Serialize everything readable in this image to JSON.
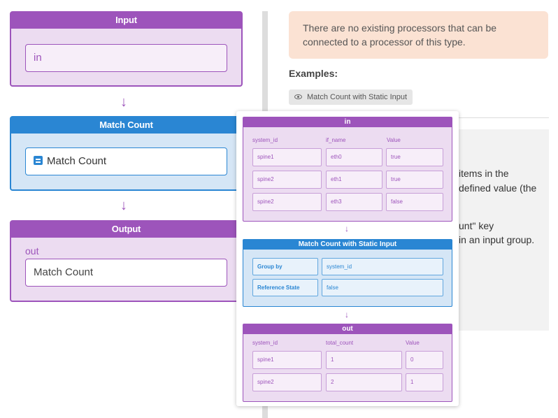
{
  "pipeline": {
    "input_card": {
      "title": "Input",
      "field": "in"
    },
    "match_card": {
      "title": "Match Count",
      "field": "Match Count"
    },
    "output_card": {
      "title": "Output",
      "label": "out",
      "field": "Match Count"
    },
    "arrow": "↓"
  },
  "info": {
    "notice": "There are no existing processors that can be connected to a processor of this type.",
    "examples_label": "Examples:",
    "example_chip": "Match Count with Static Input",
    "description_fragments": [
      "items in the",
      "defined value (the",
      "unt\" key",
      "in an input group."
    ]
  },
  "popover": {
    "in_table": {
      "title": "in",
      "columns": [
        "system_id",
        "if_name",
        "Value"
      ],
      "rows": [
        [
          "spine1",
          "eth0",
          "true"
        ],
        [
          "spine2",
          "eth1",
          "true"
        ],
        [
          "spine2",
          "eth3",
          "false"
        ]
      ]
    },
    "processor": {
      "title": "Match Count with Static Input",
      "params": [
        {
          "key": "Group by",
          "value": "system_id"
        },
        {
          "key": "Reference State",
          "value": "false"
        }
      ]
    },
    "out_table": {
      "title": "out",
      "columns": [
        "system_id",
        "total_count",
        "Value"
      ],
      "rows": [
        [
          "spine1",
          "1",
          "0"
        ],
        [
          "spine2",
          "2",
          "1"
        ]
      ]
    },
    "arrow": "↓"
  },
  "colors": {
    "purple": "#9d54bb",
    "blue": "#2a86d3",
    "notice_bg": "#fbe2d3"
  },
  "icons": {
    "processor": "list-square-icon",
    "chip": "eye-icon"
  }
}
